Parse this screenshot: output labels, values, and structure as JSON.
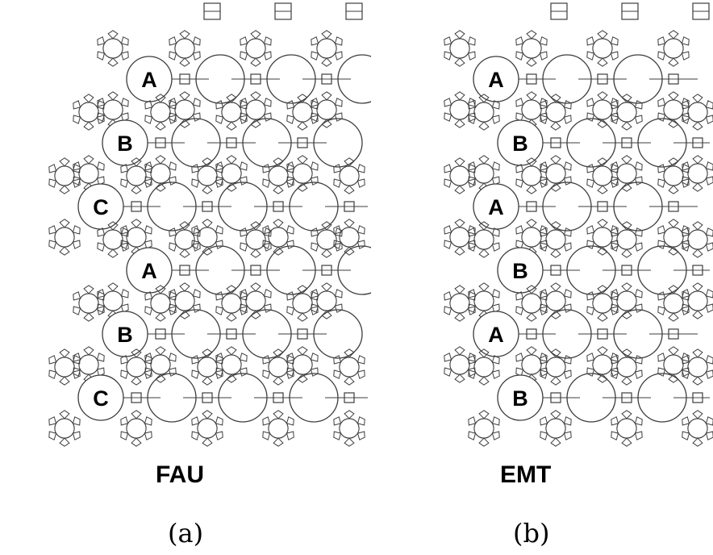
{
  "panels": [
    {
      "name": "FAU",
      "tag": "(a)",
      "layers": [
        "A",
        "B",
        "C",
        "A",
        "B",
        "C"
      ]
    },
    {
      "name": "EMT",
      "tag": "(b)",
      "layers": [
        "A",
        "B",
        "A",
        "B",
        "A",
        "B"
      ]
    }
  ],
  "colors": {
    "line": "#3c3c3c",
    "background": "#ffffff",
    "text": "#000000"
  }
}
